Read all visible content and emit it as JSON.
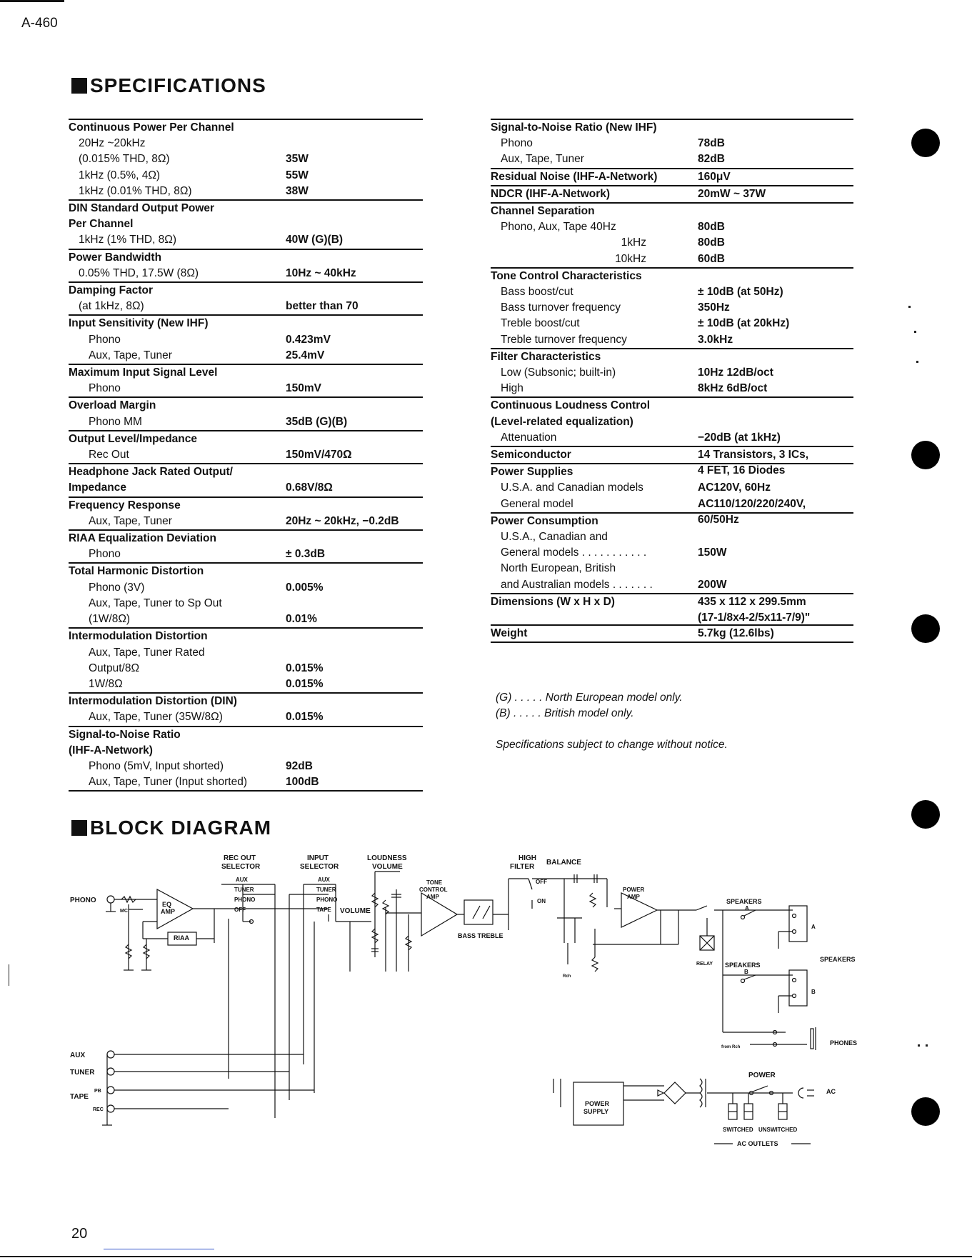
{
  "model": "A-460",
  "page_number": "20",
  "sections": {
    "specifications": "SPECIFICATIONS",
    "block_diagram": "BLOCK DIAGRAM"
  },
  "left_specs": [
    {
      "rows": [
        {
          "label": "Continuous Power Per Channel",
          "bold": true
        },
        {
          "label": "20Hz ~20kHz",
          "indent": 1
        },
        {
          "label": "(0.015% THD, 8Ω)",
          "indent": 1,
          "value": "35W"
        },
        {
          "label": "1kHz (0.5%, 4Ω)",
          "indent": 1,
          "value": "55W"
        },
        {
          "label": "1kHz (0.01% THD, 8Ω)",
          "indent": 1,
          "value": "38W"
        }
      ]
    },
    {
      "rows": [
        {
          "label": "DIN Standard Output Power",
          "bold": true
        },
        {
          "label": "Per Channel",
          "bold": true
        },
        {
          "label": "1kHz (1% THD, 8Ω)",
          "indent": 1,
          "value": "40W (G)(B)"
        }
      ]
    },
    {
      "rows": [
        {
          "label": "Power Bandwidth",
          "bold": true
        },
        {
          "label": "0.05% THD, 17.5W (8Ω)",
          "indent": 1,
          "value": "10Hz ~ 40kHz"
        }
      ]
    },
    {
      "rows": [
        {
          "label": "Damping Factor",
          "bold": true
        },
        {
          "label": "(at 1kHz, 8Ω)",
          "indent": 1,
          "value": "better than 70"
        }
      ]
    },
    {
      "rows": [
        {
          "label": "Input Sensitivity (New IHF)",
          "bold": true
        },
        {
          "label": "Phono",
          "indent": 2,
          "value": "0.423mV"
        },
        {
          "label": "Aux, Tape, Tuner",
          "indent": 2,
          "value": "25.4mV"
        }
      ]
    },
    {
      "rows": [
        {
          "label": "Maximum Input Signal Level",
          "bold": true
        },
        {
          "label": "Phono",
          "indent": 2,
          "value": "150mV"
        }
      ]
    },
    {
      "rows": [
        {
          "label": "Overload Margin",
          "bold": true
        },
        {
          "label": "Phono MM",
          "indent": 2,
          "value": "35dB (G)(B)"
        }
      ]
    },
    {
      "rows": [
        {
          "label": "Output Level/Impedance",
          "bold": true
        },
        {
          "label": "Rec Out",
          "indent": 2,
          "value": "150mV/470Ω"
        }
      ]
    },
    {
      "rows": [
        {
          "label": "Headphone Jack Rated Output/",
          "bold": true
        },
        {
          "label": "Impedance",
          "bold": true,
          "value": "0.68V/8Ω"
        }
      ]
    },
    {
      "rows": [
        {
          "label": "Frequency Response",
          "bold": true
        },
        {
          "label": "Aux, Tape, Tuner",
          "indent": 2,
          "value": "20Hz ~ 20kHz, −0.2dB"
        }
      ]
    },
    {
      "rows": [
        {
          "label": "RIAA Equalization Deviation",
          "bold": true
        },
        {
          "label": "Phono",
          "indent": 2,
          "value": "± 0.3dB"
        }
      ]
    },
    {
      "rows": [
        {
          "label": "Total Harmonic Distortion",
          "bold": true
        },
        {
          "label": "Phono (3V)",
          "indent": 2,
          "value": "0.005%"
        },
        {
          "label": "Aux, Tape, Tuner to Sp Out",
          "indent": 2
        },
        {
          "label": "(1W/8Ω)",
          "indent": 2,
          "value": "0.01%"
        }
      ]
    },
    {
      "rows": [
        {
          "label": "Intermodulation Distortion",
          "bold": true
        },
        {
          "label": "Aux, Tape, Tuner Rated",
          "indent": 2
        },
        {
          "label": "Output/8Ω",
          "indent": 2,
          "value": "0.015%"
        },
        {
          "label": "1W/8Ω",
          "indent": 2,
          "value": "0.015%"
        }
      ]
    },
    {
      "rows": [
        {
          "label": "Intermodulation Distortion (DIN)",
          "bold": true
        },
        {
          "label": "Aux, Tape, Tuner (35W/8Ω)",
          "indent": 2,
          "value": "0.015%"
        }
      ]
    },
    {
      "rows": [
        {
          "label": "Signal-to-Noise Ratio",
          "bold": true
        },
        {
          "label": "(IHF-A-Network)",
          "bold": true
        },
        {
          "label": "Phono (5mV, Input shorted)",
          "indent": 2,
          "value": "92dB"
        },
        {
          "label": "Aux, Tape, Tuner (Input shorted)",
          "indent": 2,
          "value": "100dB"
        }
      ]
    }
  ],
  "right_specs": [
    {
      "rows": [
        {
          "label": "Signal-to-Noise Ratio (New IHF)",
          "bold": true
        },
        {
          "label": "Phono",
          "indent": 1,
          "value": "78dB"
        },
        {
          "label": "Aux, Tape, Tuner",
          "indent": 1,
          "value": "82dB"
        }
      ]
    },
    {
      "rows": [
        {
          "label": "Residual Noise (IHF-A-Network)",
          "bold": true,
          "value": "160μV"
        }
      ]
    },
    {
      "rows": [
        {
          "label": "NDCR (IHF-A-Network)",
          "bold": true,
          "value": "20mW ~ 37W"
        }
      ]
    },
    {
      "rows": [
        {
          "label": "Channel Separation",
          "bold": true
        },
        {
          "label": "Phono, Aux, Tape 40Hz",
          "indent": 1,
          "value": "80dB"
        },
        {
          "label": "1kHz",
          "align_right": true,
          "value": "80dB"
        },
        {
          "label": "10kHz",
          "align_right": true,
          "value": "60dB"
        }
      ]
    },
    {
      "rows": [
        {
          "label": "Tone Control Characteristics",
          "bold": true
        },
        {
          "label": "Bass boost/cut",
          "indent": 1,
          "value": "± 10dB (at 50Hz)"
        },
        {
          "label": "Bass turnover frequency",
          "indent": 1,
          "value": "350Hz"
        },
        {
          "label": "Treble boost/cut",
          "indent": 1,
          "value": "± 10dB (at 20kHz)"
        },
        {
          "label": "Treble turnover frequency",
          "indent": 1,
          "value": "3.0kHz"
        }
      ]
    },
    {
      "rows": [
        {
          "label": "Filter Characteristics",
          "bold": true
        },
        {
          "label": "Low (Subsonic; built-in)",
          "indent": 1,
          "value": "10Hz 12dB/oct"
        },
        {
          "label": "High",
          "indent": 1,
          "value": "8kHz 6dB/oct"
        }
      ]
    },
    {
      "rows": [
        {
          "label": "Continuous Loudness Control",
          "bold": true
        },
        {
          "label": "(Level-related equalization)",
          "bold": true
        },
        {
          "label": "Attenuation",
          "indent": 1,
          "value": "−20dB (at 1kHz)"
        }
      ]
    },
    {
      "rows": [
        {
          "label": "Semiconductor",
          "bold": true,
          "value": "14 Transistors, 3 ICs,"
        },
        {
          "label": "",
          "value": "4 FET, 16 Diodes"
        }
      ]
    },
    {
      "rows": [
        {
          "label": "Power Supplies",
          "bold": true
        },
        {
          "label": "U.S.A. and Canadian models",
          "indent": 1,
          "value": "AC120V, 60Hz"
        },
        {
          "label": "General model",
          "indent": 1,
          "value": "AC110/120/220/240V,"
        },
        {
          "label": "",
          "value": "60/50Hz"
        }
      ]
    },
    {
      "rows": [
        {
          "label": "Power Consumption",
          "bold": true
        },
        {
          "label": "U.S.A., Canadian and",
          "indent": 1
        },
        {
          "label": "General models . . . . . . . . . . .",
          "indent": 1,
          "value": "150W"
        },
        {
          "label": "North European, British",
          "indent": 1
        },
        {
          "label": "and Australian models . . . . . . .",
          "indent": 1,
          "value": "200W"
        }
      ]
    },
    {
      "rows": [
        {
          "label": "Dimensions (W x H x D)",
          "bold": true,
          "value": "435 x 112 x 299.5mm"
        },
        {
          "label": "",
          "value": "(17-1/8x4-2/5x11-7/9)\""
        }
      ]
    },
    {
      "spacer": true,
      "rows": [
        {
          "label": "Weight",
          "bold": true,
          "value": "5.7kg (12.6lbs)"
        }
      ]
    }
  ],
  "notes": {
    "g": "(G)  . . . . . North European model only.",
    "b": "(B)  . . . . . British model only.",
    "change": "Specifications subject to change without notice."
  },
  "diagram_labels": {
    "rec_out_selector_1": "REC OUT",
    "rec_out_selector_2": "SELECTOR",
    "input_selector_1": "INPUT",
    "input_selector_2": "SELECTOR",
    "loudness_1": "LOUDNESS",
    "loudness_2": "VOLUME",
    "volume": "VOLUME",
    "tone_1": "TONE",
    "tone_2": "CONTROL",
    "tone_3": "AMP",
    "high_1": "HIGH",
    "high_2": "FILTER",
    "balance": "BALANCE",
    "power_amp_1": "POWER",
    "power_amp_2": "AMP",
    "phono": "PHONO",
    "mc": "MC",
    "eq_amp_1": "EQ",
    "eq_amp_2": "AMP",
    "riaa": "RIAA",
    "aux": "AUX",
    "tuner": "TUNER",
    "phono_sw": "PHONO",
    "off": "OFF",
    "tape": "TAPE",
    "off_hf": "OFF",
    "on_hf": "ON",
    "bass_treble": "BASS  TREBLE",
    "speakers_a": "SPEAKERS",
    "a": "A",
    "speakers_b": "SPEAKERS",
    "b": "B",
    "speakers": "SPEAKERS",
    "relay": "RELAY",
    "rch": "Rch",
    "from_rch": "from Rch",
    "phones": "PHONES",
    "aux_in": "AUX",
    "tuner_in": "TUNER",
    "pb": "PB",
    "tape_in": "TAPE",
    "rec": "REC",
    "power": "POWER",
    "ac": "AC",
    "power_supply_1": "POWER",
    "power_supply_2": "SUPPLY",
    "switched": "SWITCHED",
    "unswitched": "UNSWITCHED",
    "ac_outlets": "AC OUTLETS"
  }
}
